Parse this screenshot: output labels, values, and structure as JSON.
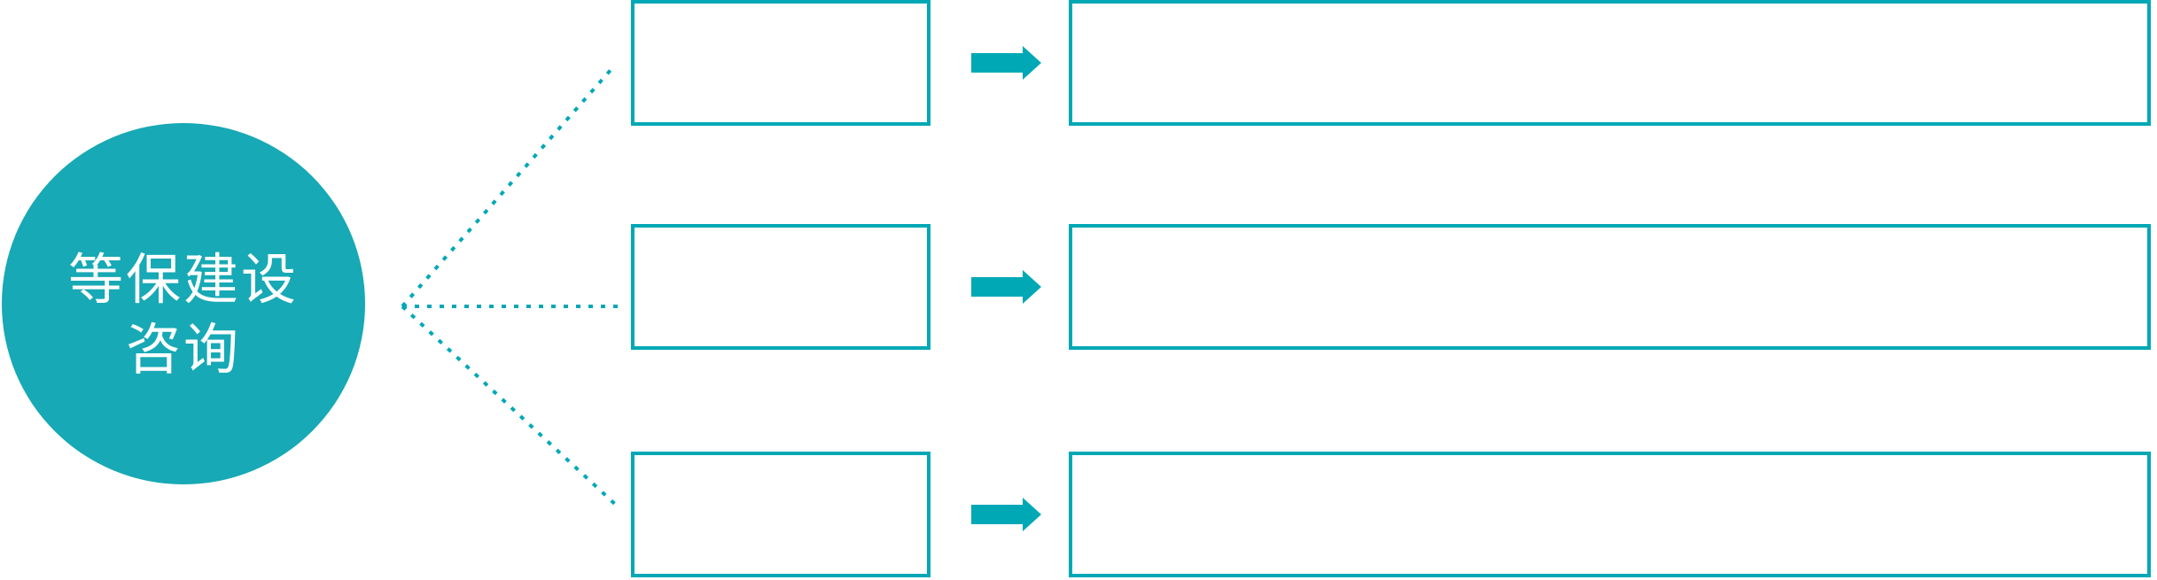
{
  "root_node": {
    "label_line1": "等保建设",
    "label_line2": "咨询"
  },
  "rows": [
    {
      "step_label": "",
      "detail_label": ""
    },
    {
      "step_label": "",
      "detail_label": ""
    },
    {
      "step_label": "",
      "detail_label": ""
    }
  ],
  "icons": {
    "connector_arrow": "right-arrow",
    "connector_line": "dotted-line"
  },
  "colors": {
    "teal": "#00a8b6",
    "circle_fill": "#17a9b5",
    "text_on_circle": "#ffffff"
  }
}
